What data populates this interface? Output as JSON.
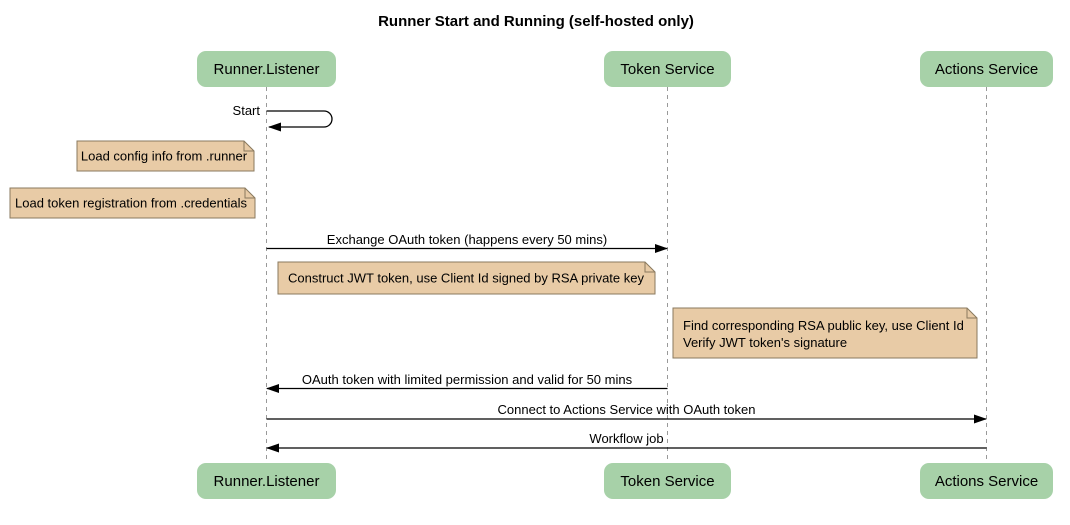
{
  "title": "Runner Start and Running (self-hosted only)",
  "participants": [
    {
      "label": "Runner.Listener"
    },
    {
      "label": "Token Service"
    },
    {
      "label": "Actions Service"
    }
  ],
  "messages": [
    {
      "label": "Start",
      "from": "Runner.Listener",
      "to": "Runner.Listener",
      "kind": "self-message"
    },
    {
      "label": "Exchange OAuth token (happens every 50 mins)",
      "from": "Runner.Listener",
      "to": "Token Service",
      "kind": "solid-arrow"
    },
    {
      "label": "OAuth token with limited permission and valid for 50 mins",
      "from": "Token Service",
      "to": "Runner.Listener",
      "kind": "solid-arrow"
    },
    {
      "label": "Connect to Actions Service with OAuth token",
      "from": "Runner.Listener",
      "to": "Actions Service",
      "kind": "solid-arrow"
    },
    {
      "label": "Workflow job",
      "from": "Actions Service",
      "to": "Runner.Listener",
      "kind": "solid-arrow"
    }
  ],
  "notes": [
    {
      "position": "left of Runner.Listener",
      "lines": [
        "Load config info from .runner"
      ]
    },
    {
      "position": "left of Runner.Listener",
      "lines": [
        "Load token registration from .credentials"
      ]
    },
    {
      "position": "over Runner.Listener to Token Service",
      "lines": [
        "Construct JWT token, use Client Id signed by RSA private key"
      ]
    },
    {
      "position": "over Token Service to Actions Service",
      "lines": [
        "Find corresponding RSA public key, use Client Id",
        "Verify JWT token's signature"
      ]
    }
  ],
  "colors": {
    "participant_fill": "#a7d1a8",
    "note_fill": "#e8cba6",
    "note_border": "#8a7a5f",
    "lifeline": "#999999",
    "message_line": "#000000",
    "text": "#000000",
    "background": "#ffffff"
  }
}
